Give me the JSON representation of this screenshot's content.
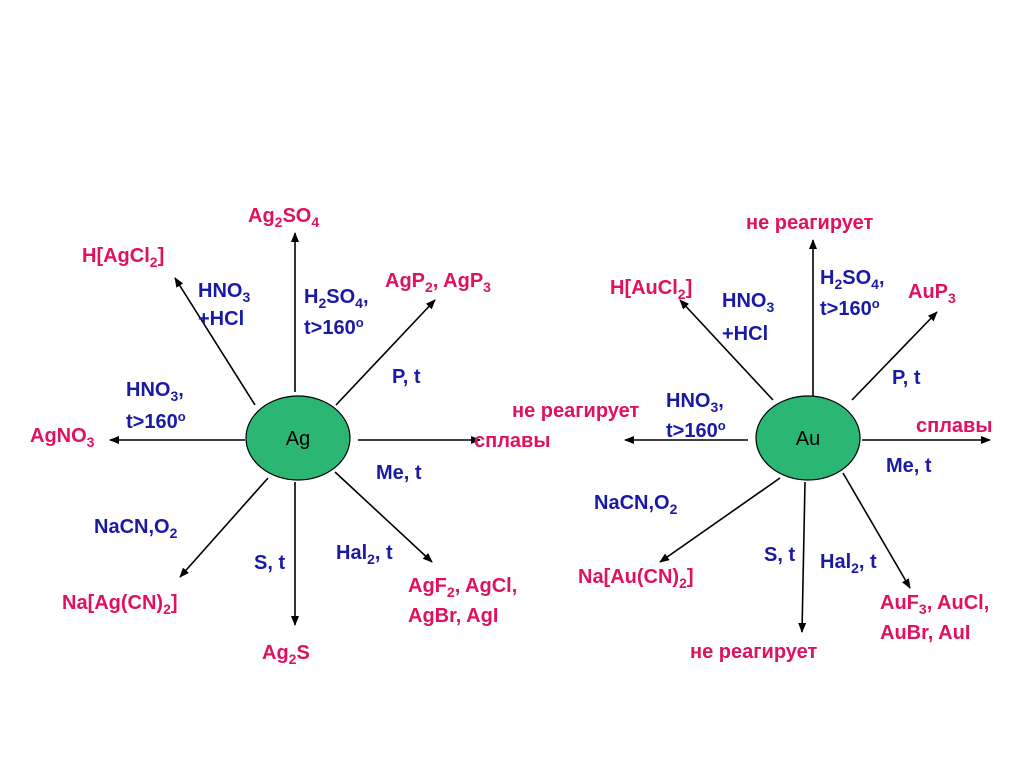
{
  "colors": {
    "product": "#e0115f",
    "condition": "#1a1aa6",
    "node_fill": "#2bb673"
  },
  "ag": {
    "center": "Ag",
    "products": {
      "n": [
        "Ag",
        "2",
        "SO",
        "4"
      ],
      "nw": [
        "H[AgCl",
        "2",
        "]"
      ],
      "ne": [
        "AgP",
        "2",
        ", AgP",
        "3"
      ],
      "w": [
        "AgNO",
        "3"
      ],
      "e": "сплавы",
      "sw": [
        "Na[Ag(CN)",
        "2",
        "]"
      ],
      "s": [
        "Ag",
        "2",
        "S"
      ],
      "se_line1": [
        "AgF",
        "2",
        ", AgCl,"
      ],
      "se_line2": "AgBr, AgI"
    },
    "conditions": {
      "nw_line1": [
        "HNO",
        "3"
      ],
      "nw_line2": "+HCl",
      "n_line1": [
        "H",
        "2",
        "SO",
        "4",
        ","
      ],
      "n_line2": [
        "t>160",
        "o"
      ],
      "ne": "P, t",
      "w_line1": [
        "HNO",
        "3",
        ","
      ],
      "w_line2": [
        "t>160",
        "o"
      ],
      "e": "Me, t",
      "sw": [
        "NaCN,O",
        "2"
      ],
      "s": "S, t",
      "se": [
        "Hal",
        "2",
        ", t"
      ]
    }
  },
  "au": {
    "center": "Au",
    "products": {
      "n": "не реагирует",
      "nw": [
        "H[AuCl",
        "2",
        "]"
      ],
      "ne": [
        "AuP",
        "3"
      ],
      "w": "не реагирует",
      "e": "сплавы",
      "sw": [
        "Na[Au(CN)",
        "2",
        "]"
      ],
      "s": "не реагирует",
      "se_line1": [
        "AuF",
        "3",
        ", AuCl,"
      ],
      "se_line2": "AuBr, AuI"
    },
    "conditions": {
      "nw_line1": [
        "HNO",
        "3"
      ],
      "nw_line2": "+HCl",
      "n_line1": [
        "H",
        "2",
        "SO",
        "4",
        ","
      ],
      "n_line2": [
        "t>160",
        "o"
      ],
      "ne": "P, t",
      "w_line1": [
        "HNO",
        "3",
        ","
      ],
      "w_line2": [
        "t>160",
        "o"
      ],
      "e": "Me, t",
      "sw": [
        "NaCN,O",
        "2"
      ],
      "s": "S, t",
      "se": [
        "Hal",
        "2",
        ", t"
      ]
    }
  }
}
